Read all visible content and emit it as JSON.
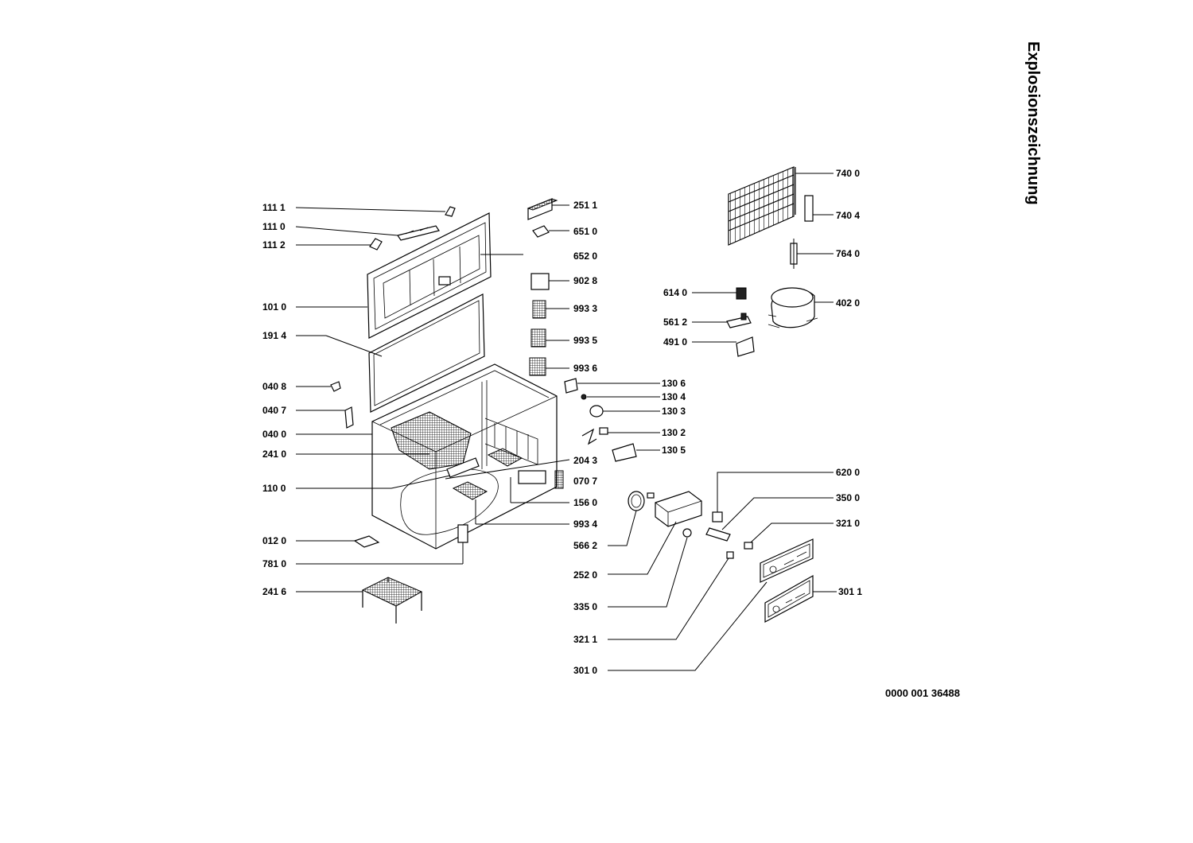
{
  "title": "Explosionszeichnung",
  "document_number": "0000 001 36488",
  "labels": {
    "l1111": "111 1",
    "l1110": "111 0",
    "l1112": "111 2",
    "l1010": "101 0",
    "l1914": "191 4",
    "l0408": "040 8",
    "l0407": "040 7",
    "l0400": "040 0",
    "l2410": "241 0",
    "l1100": "110 0",
    "l0120": "012 0",
    "l7810": "781 0",
    "l2416": "241 6",
    "l2511": "251 1",
    "l6510": "651 0",
    "l6520": "652 0",
    "l9028": "902 8",
    "l9933": "993 3",
    "l9935": "993 5",
    "l9936": "993 6",
    "l1306": "130 6",
    "l1304": "130 4",
    "l1303": "130 3",
    "l1302": "130 2",
    "l1305": "130 5",
    "l2043": "204 3",
    "l0707": "070 7",
    "l1560": "156 0",
    "l9934": "993 4",
    "l5662": "566 2",
    "l2520": "252 0",
    "l3350": "335 0",
    "l3211": "321 1",
    "l3010": "301 0",
    "l7400": "740 0",
    "l7404": "740 4",
    "l7640": "764 0",
    "l6140": "614 0",
    "l4020": "402 0",
    "l5612": "561 2",
    "l4910": "491 0",
    "l6200": "620 0",
    "l3500": "350 0",
    "l3210": "321 0",
    "l3011": "301 1"
  }
}
